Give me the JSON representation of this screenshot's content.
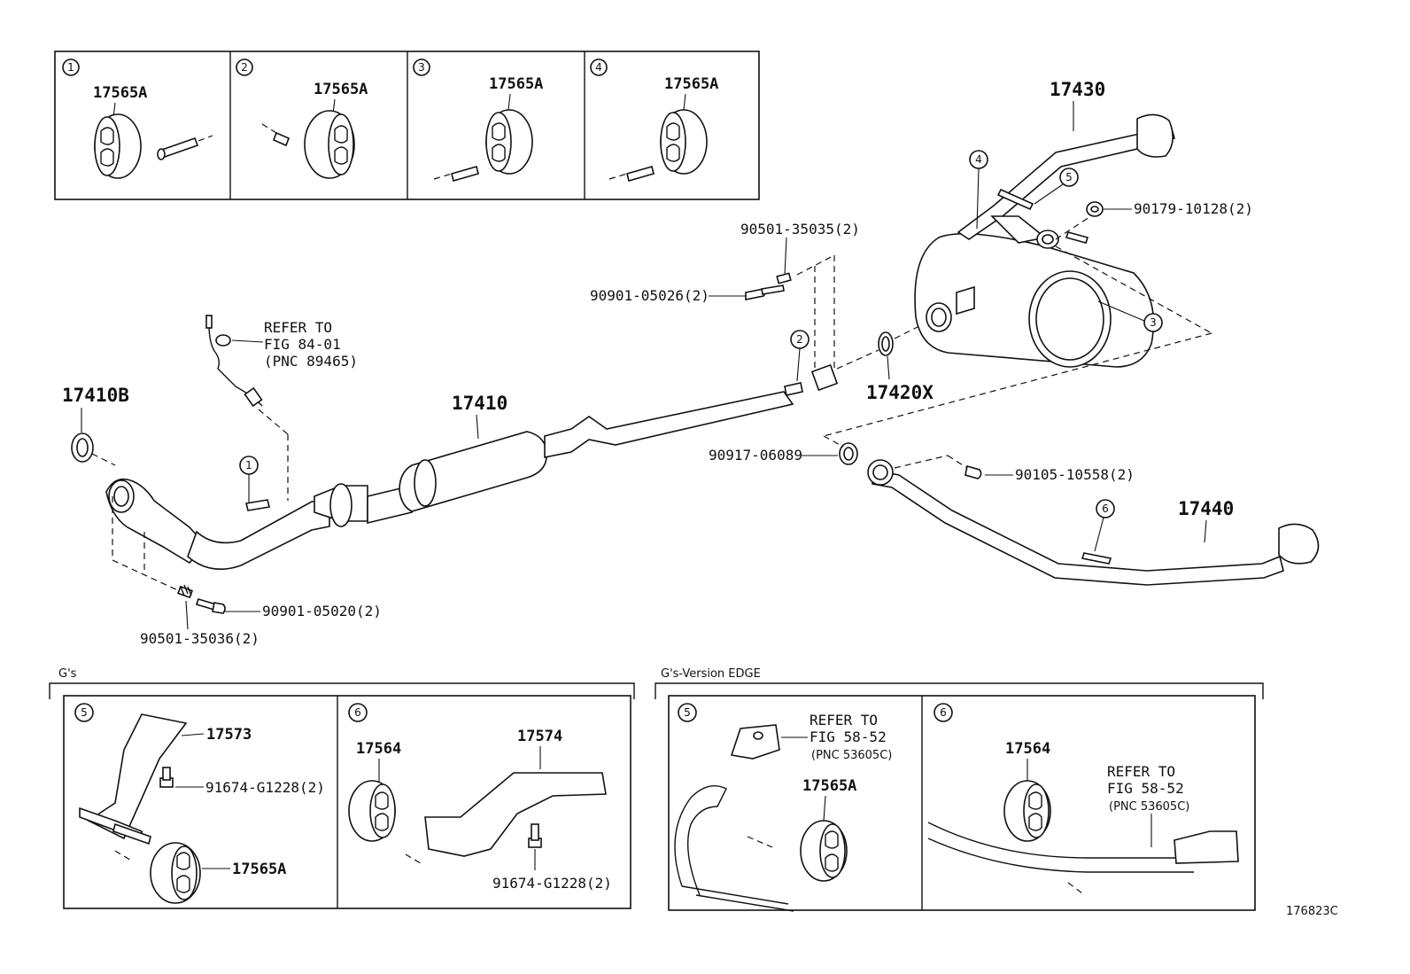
{
  "figure_id": "176823C",
  "top_panels": [
    {
      "num": "1",
      "part": "17565A"
    },
    {
      "num": "2",
      "part": "17565A"
    },
    {
      "num": "3",
      "part": "17565A"
    },
    {
      "num": "4",
      "part": "17565A"
    }
  ],
  "main_parts": {
    "p17410B": "17410B",
    "p17410": "17410",
    "p17420X": "17420X",
    "p17430": "17430",
    "p17440": "17440",
    "p90501_35036": "90501-35036(2)",
    "p90901_05020": "90901-05020(2)",
    "p90501_35035": "90501-35035(2)",
    "p90901_05026": "90901-05026(2)",
    "p90917_06089": "90917-06089",
    "p90179_10128": "90179-10128(2)",
    "p90105_10558": "90105-10558(2)"
  },
  "refer_o2": {
    "line1": "REFER TO",
    "line2": "FIG 84-01",
    "line3": "(PNC 89465)"
  },
  "callouts": {
    "c1": "1",
    "c2": "2",
    "c3": "3",
    "c4": "4",
    "c5": "5",
    "c6": "6"
  },
  "gs_section": {
    "title": "G's",
    "panel5": {
      "num": "5",
      "bracket": "17573",
      "bolt": "91674-G1228(2)",
      "hanger": "17565A"
    },
    "panel6": {
      "num": "6",
      "hanger": "17564",
      "bracket": "17574",
      "bolt": "91674-G1228(2)"
    }
  },
  "edge_section": {
    "title": "G's-Version EDGE",
    "panel5": {
      "num": "5",
      "refer1": "REFER TO",
      "refer2": "FIG 58-52",
      "refer3": "(PNC 53605C)",
      "hanger": "17565A"
    },
    "panel6": {
      "num": "6",
      "hanger": "17564",
      "refer1": "REFER TO",
      "refer2": "FIG 58-52",
      "refer3": "(PNC 53605C)"
    }
  }
}
